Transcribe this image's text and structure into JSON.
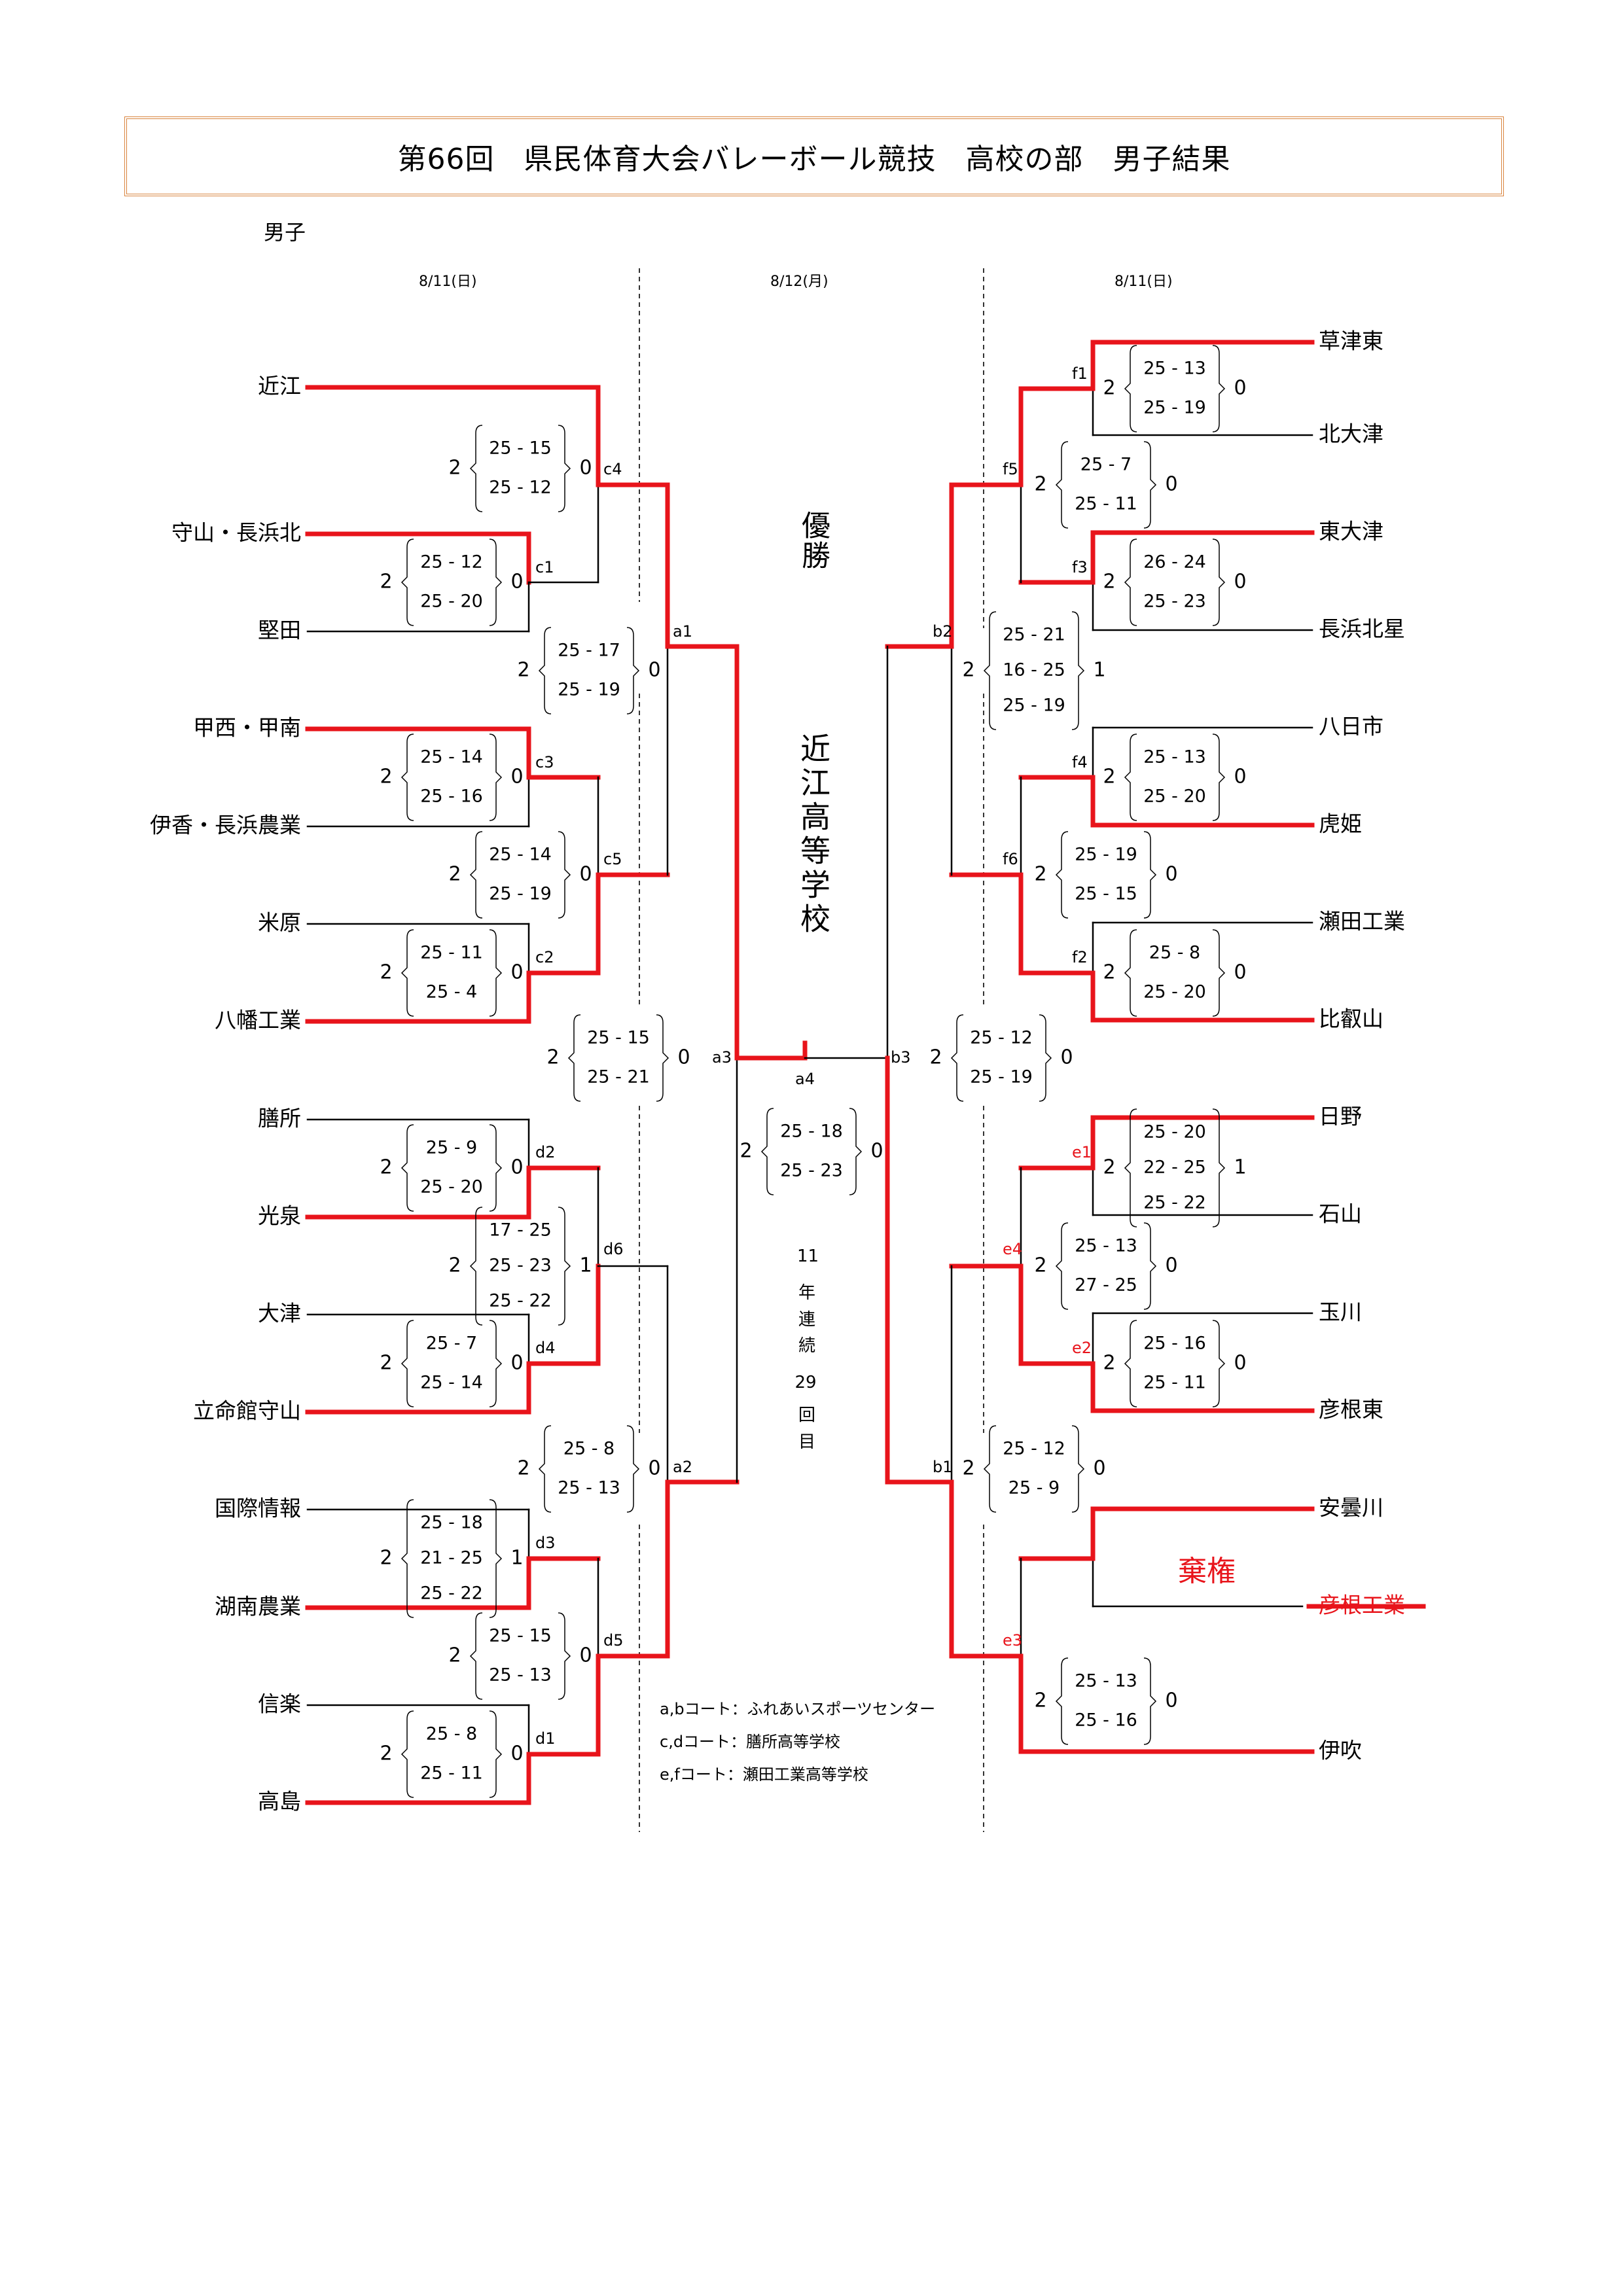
{
  "title": "第66回　県民体育大会バレーボール競技　高校の部　男子結果",
  "section": "男子",
  "dates": [
    "8/11(日)",
    "8/12(月)",
    "8/11(日)"
  ],
  "champion_label": "優勝",
  "champion": "近江高等学校",
  "streak": [
    "11",
    "年",
    "連",
    "続",
    "29",
    "回",
    "目"
  ],
  "forfeit_label": "棄権",
  "venues": [
    "a,bコート：ふれあいスポーツセンター",
    "c,dコート：膳所高等学校",
    "e,fコート：瀬田工業高等学校"
  ],
  "colors": {
    "win": "#e8141b",
    "line": "#000000",
    "frame": "#d9843e",
    "red_code": "#e8141b"
  },
  "left_teams": [
    "近江",
    "守山・長浜北",
    "堅田",
    "甲西・甲南",
    "伊香・長浜農業",
    "米原",
    "八幡工業",
    "膳所",
    "光泉",
    "大津",
    "立命館守山",
    "国際情報",
    "湖南農業",
    "信楽",
    "高島"
  ],
  "right_teams": [
    "草津東",
    "北大津",
    "東大津",
    "長浜北星",
    "八日市",
    "虎姫",
    "瀬田工業",
    "比叡山",
    "日野",
    "石山",
    "玉川",
    "彦根東",
    "安曇川",
    "彦根工業",
    "伊吹"
  ],
  "matches": [
    {
      "code": "c1",
      "side": "L",
      "w": 2,
      "l": 0,
      "sets": [
        "25 - 12",
        "25 - 20"
      ]
    },
    {
      "code": "c4",
      "side": "L",
      "w": 2,
      "l": 0,
      "sets": [
        "25 - 15",
        "25 - 12"
      ]
    },
    {
      "code": "c3",
      "side": "L",
      "w": 2,
      "l": 0,
      "sets": [
        "25 - 14",
        "25 - 16"
      ]
    },
    {
      "code": "c2",
      "side": "L",
      "w": 2,
      "l": 0,
      "sets": [
        "25 - 11",
        "25 -  4"
      ]
    },
    {
      "code": "c5",
      "side": "L",
      "w": 2,
      "l": 0,
      "sets": [
        "25 - 14",
        "25 - 19"
      ]
    },
    {
      "code": "a1",
      "side": "L",
      "w": 2,
      "l": 0,
      "sets": [
        "25 - 17",
        "25 - 19"
      ]
    },
    {
      "code": "d2",
      "side": "L",
      "w": 2,
      "l": 0,
      "sets": [
        "25 -  9",
        "25 - 20"
      ]
    },
    {
      "code": "d4",
      "side": "L",
      "w": 2,
      "l": 0,
      "sets": [
        "25 -  7",
        "25 - 14"
      ]
    },
    {
      "code": "d6",
      "side": "L",
      "w": 2,
      "l": 1,
      "sets": [
        "17 - 25",
        "25 - 23",
        "25 - 22"
      ]
    },
    {
      "code": "d3",
      "side": "L",
      "w": 2,
      "l": 1,
      "sets": [
        "25 - 18",
        "21 - 25",
        "25 - 22"
      ]
    },
    {
      "code": "d1",
      "side": "L",
      "w": 2,
      "l": 0,
      "sets": [
        "25 -  8",
        "25 - 11"
      ]
    },
    {
      "code": "d5",
      "side": "L",
      "w": 2,
      "l": 0,
      "sets": [
        "25 - 15",
        "25 - 13"
      ]
    },
    {
      "code": "a2",
      "side": "L",
      "w": 2,
      "l": 0,
      "sets": [
        "25 -  8",
        "25 - 13"
      ]
    },
    {
      "code": "a3",
      "side": "L",
      "w": 2,
      "l": 0,
      "sets": [
        "25 - 15",
        "25 - 21"
      ]
    },
    {
      "code": "a4",
      "side": "C",
      "w": 2,
      "l": 0,
      "sets": [
        "25 - 18",
        "25 - 23"
      ]
    },
    {
      "code": "f1",
      "side": "R",
      "w": 2,
      "l": 0,
      "sets": [
        "25 - 13",
        "25 - 19"
      ]
    },
    {
      "code": "f3",
      "side": "R",
      "w": 2,
      "l": 0,
      "sets": [
        "26 - 24",
        "25 - 23"
      ]
    },
    {
      "code": "f5",
      "side": "R",
      "w": 2,
      "l": 0,
      "sets": [
        "25 -  7",
        "25 - 11"
      ]
    },
    {
      "code": "f4",
      "side": "R",
      "w": 2,
      "l": 0,
      "sets": [
        "25 - 13",
        "25 - 20"
      ]
    },
    {
      "code": "f2",
      "side": "R",
      "w": 2,
      "l": 0,
      "sets": [
        "25 -  8",
        "25 - 20"
      ]
    },
    {
      "code": "f6",
      "side": "R",
      "w": 2,
      "l": 0,
      "sets": [
        "25 - 19",
        "25 - 15"
      ]
    },
    {
      "code": "b2",
      "side": "R",
      "w": 2,
      "l": 1,
      "sets": [
        "25 - 21",
        "16 - 25",
        "25 - 19"
      ]
    },
    {
      "code": "e1",
      "side": "R",
      "w": 2,
      "l": 1,
      "sets": [
        "25 - 20",
        "22 - 25",
        "25 - 22"
      ]
    },
    {
      "code": "e2",
      "side": "R",
      "w": 2,
      "l": 0,
      "sets": [
        "25 - 16",
        "25 - 11"
      ]
    },
    {
      "code": "e4",
      "side": "R",
      "w": 2,
      "l": 0,
      "sets": [
        "25 - 13",
        "27 - 25"
      ]
    },
    {
      "code": "e3",
      "side": "R",
      "w": 2,
      "l": 0,
      "sets": [
        "25 - 13",
        "25 - 16"
      ]
    },
    {
      "code": "b1",
      "side": "R",
      "w": 2,
      "l": 0,
      "sets": [
        "25 - 12",
        "25 -  9"
      ]
    },
    {
      "code": "b3",
      "side": "R",
      "w": 2,
      "l": 0,
      "sets": [
        "25 - 12",
        "25 - 19"
      ]
    }
  ]
}
